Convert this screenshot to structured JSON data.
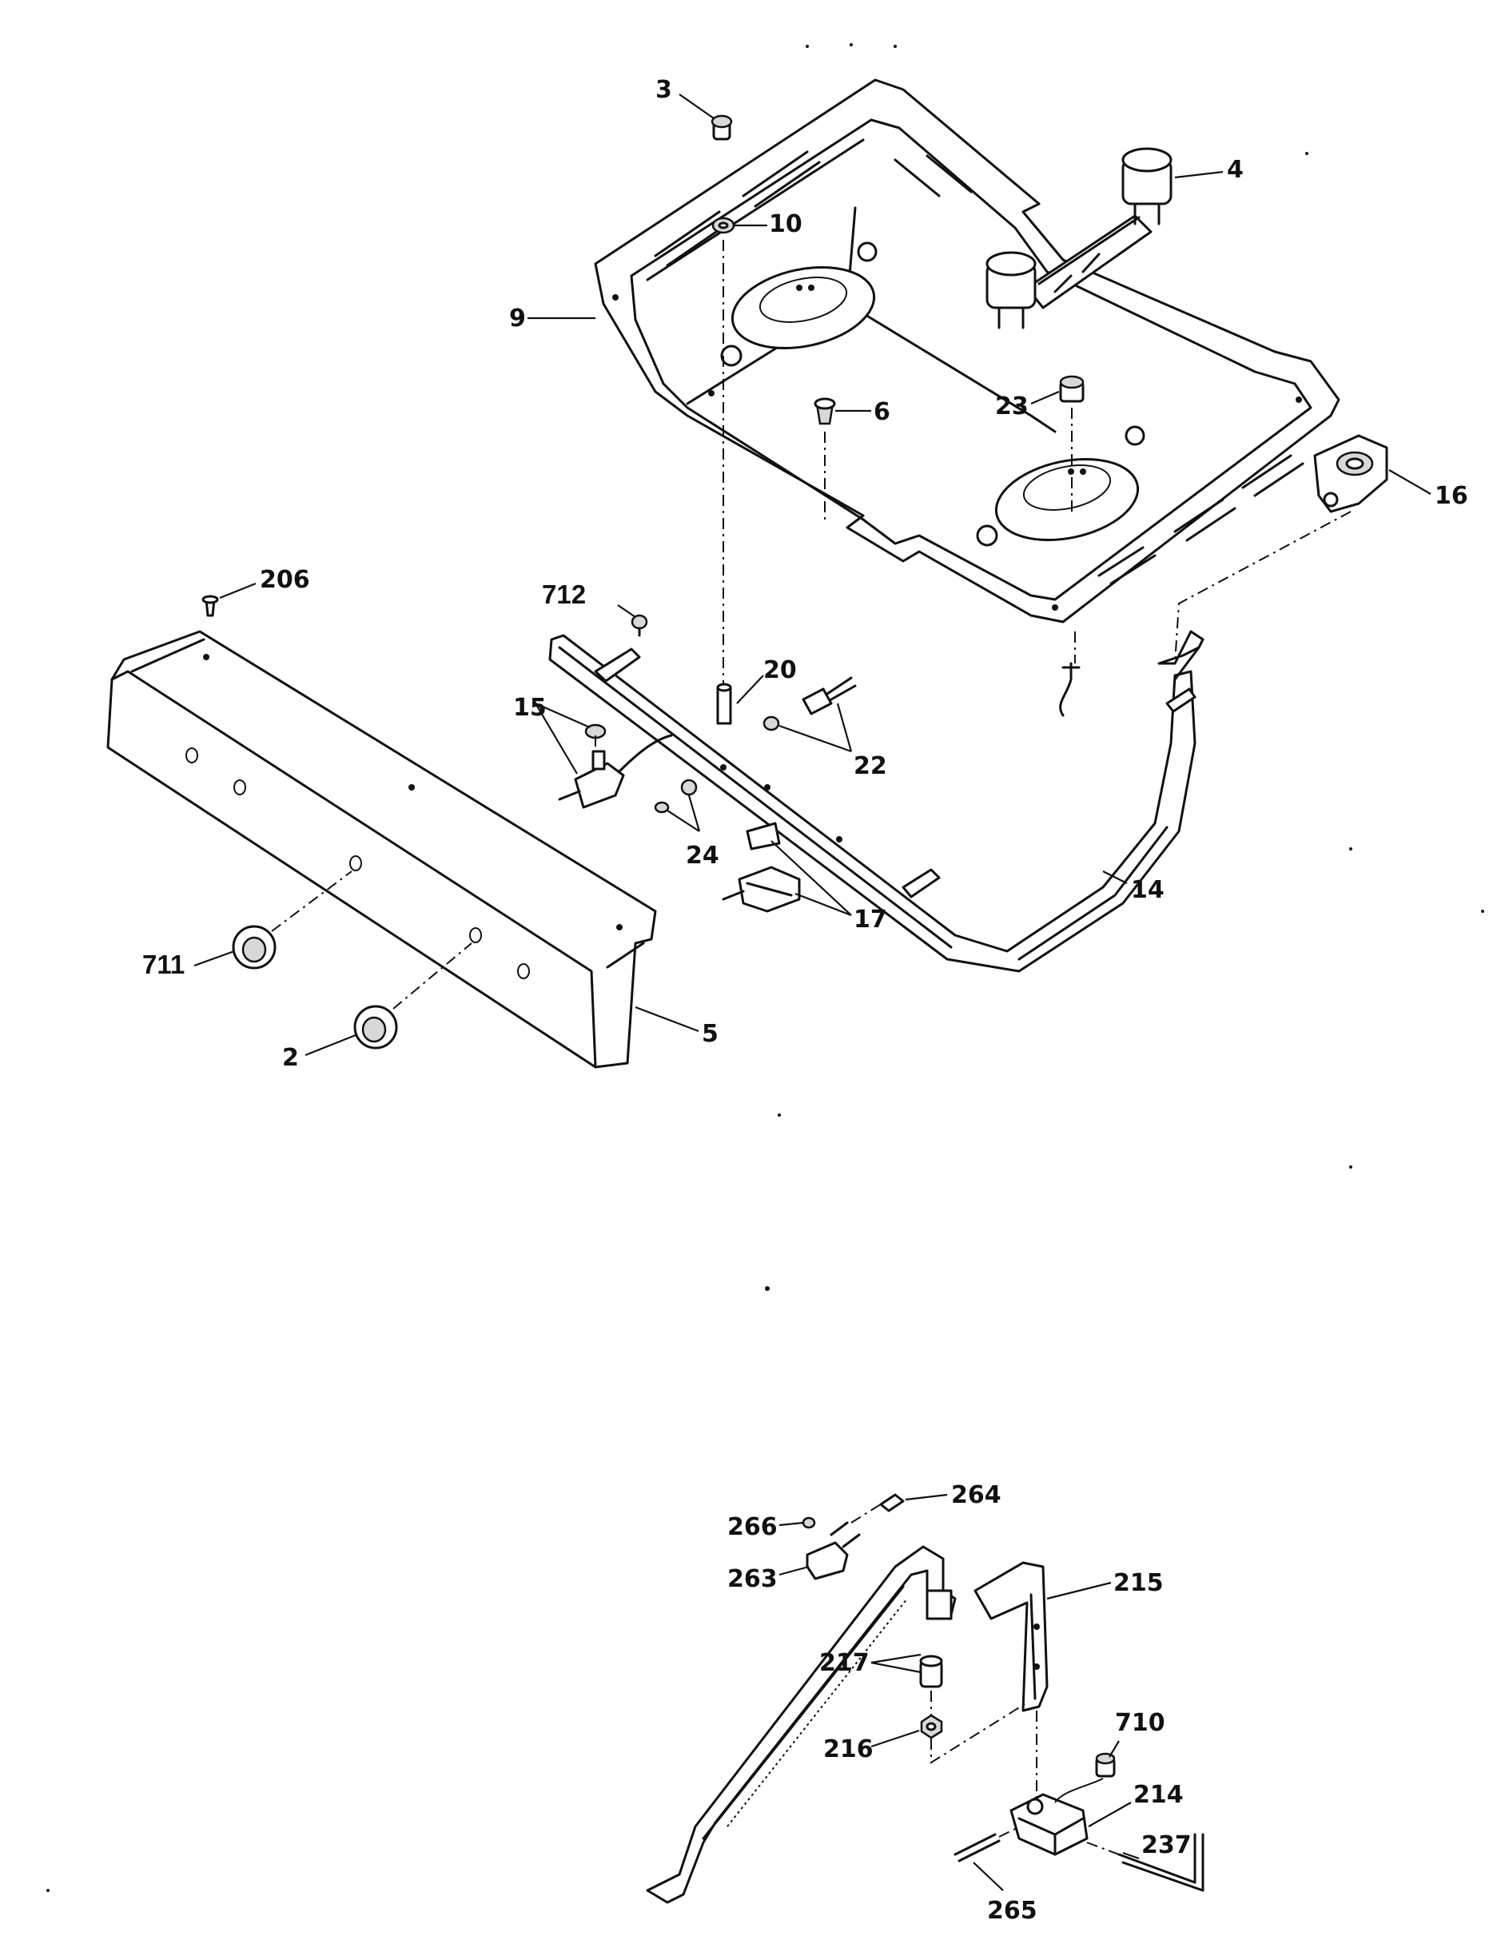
{
  "diagram": {
    "callouts": [
      {
        "id": "c3",
        "text": "3"
      },
      {
        "id": "c4",
        "text": "4"
      },
      {
        "id": "c10",
        "text": "10"
      },
      {
        "id": "c9",
        "text": "9"
      },
      {
        "id": "c6",
        "text": "6"
      },
      {
        "id": "c23",
        "text": "23"
      },
      {
        "id": "c16",
        "text": "16"
      },
      {
        "id": "c206",
        "text": "206"
      },
      {
        "id": "c712",
        "text": "712"
      },
      {
        "id": "c20",
        "text": "20"
      },
      {
        "id": "c15",
        "text": "15"
      },
      {
        "id": "c22",
        "text": "22"
      },
      {
        "id": "c24",
        "text": "24"
      },
      {
        "id": "c17",
        "text": "17"
      },
      {
        "id": "c14",
        "text": "14"
      },
      {
        "id": "c711",
        "text": "711"
      },
      {
        "id": "c2",
        "text": "2"
      },
      {
        "id": "c5",
        "text": "5"
      },
      {
        "id": "c264",
        "text": "264"
      },
      {
        "id": "c266",
        "text": "266"
      },
      {
        "id": "c263",
        "text": "263"
      },
      {
        "id": "c215",
        "text": "215"
      },
      {
        "id": "c217",
        "text": "217"
      },
      {
        "id": "c216",
        "text": "216"
      },
      {
        "id": "c710",
        "text": "710"
      },
      {
        "id": "c214",
        "text": "214"
      },
      {
        "id": "c237",
        "text": "237"
      },
      {
        "id": "c265",
        "text": "265"
      }
    ]
  }
}
